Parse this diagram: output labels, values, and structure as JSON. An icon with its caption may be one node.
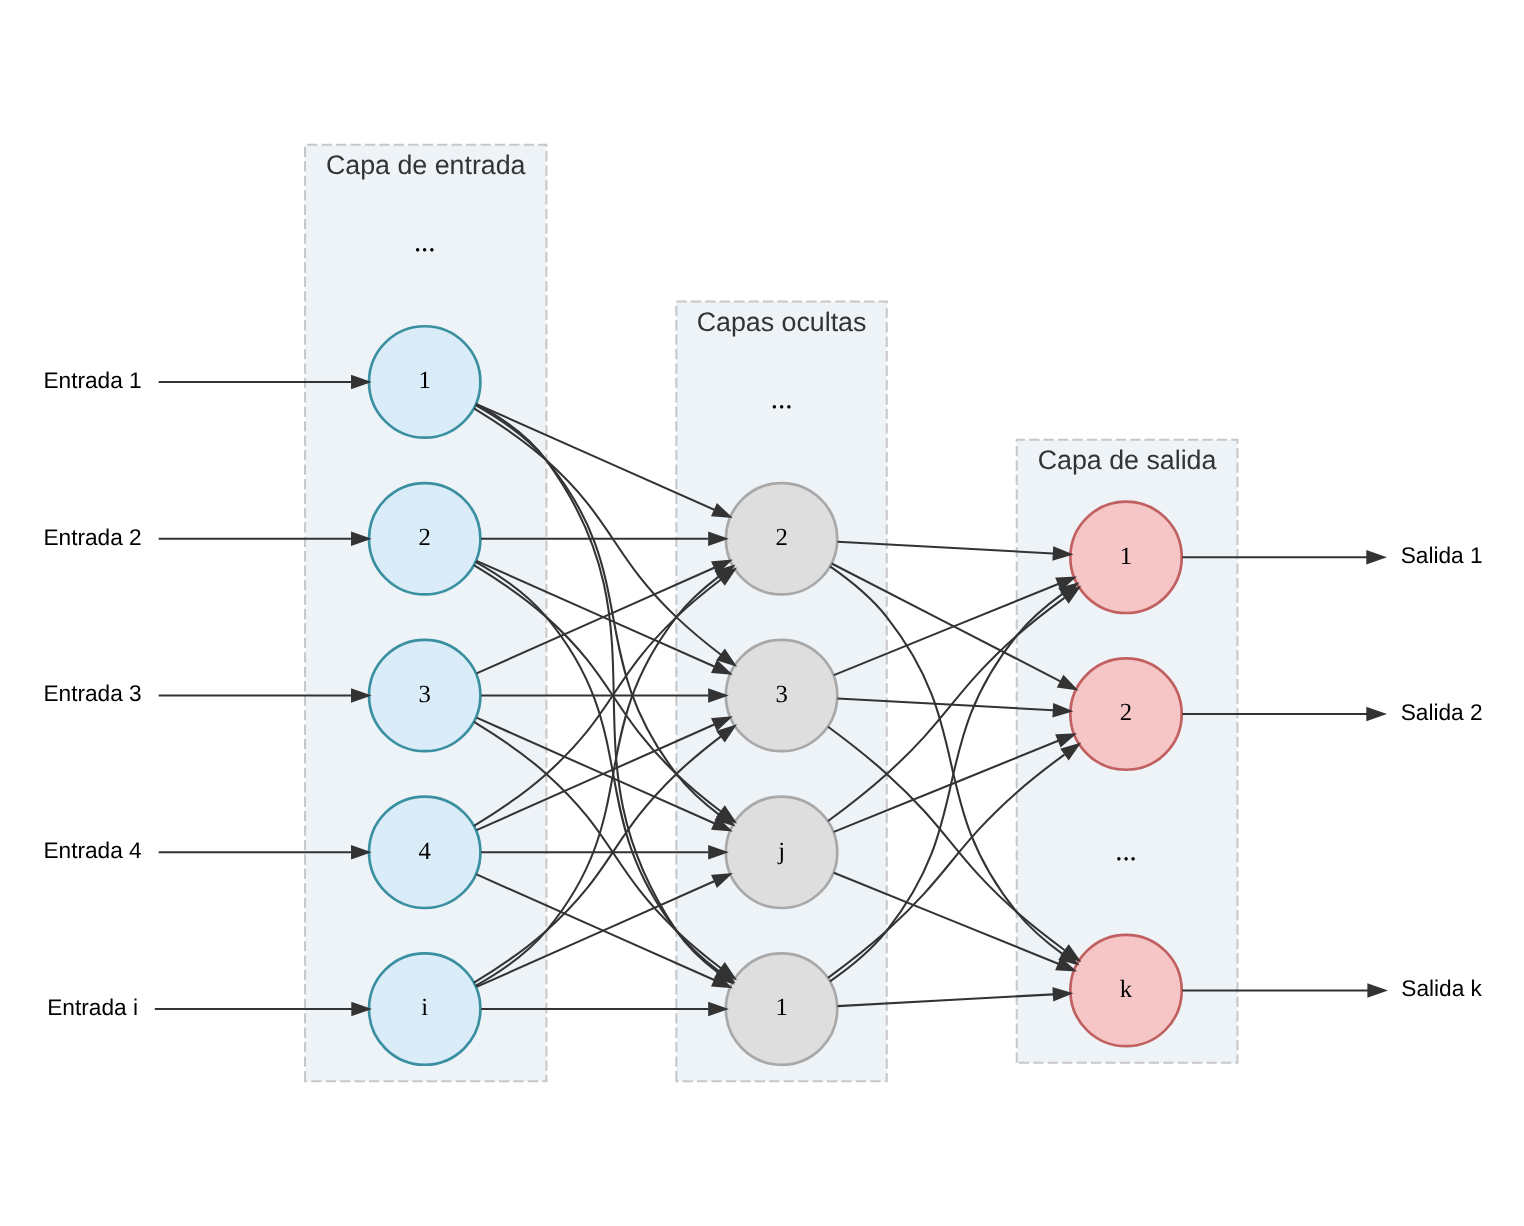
{
  "diagram": {
    "nodes": [
      {
        "text": [
          "Capa de entrada"
        ]
      },
      {
        "text": [
          "1"
        ],
        "in": 0
      },
      {
        "text": [
          "2"
        ],
        "in": 0
      },
      {
        "text": [
          "3"
        ],
        "in": 0
      },
      {
        "text": [
          "4"
        ],
        "in": 0
      },
      {
        "text": [
          "i"
        ],
        "in": 0
      },
      {
        "text": [
          "Capas ocultas"
        ]
      },
      {
        "text": [
          "1"
        ],
        "in": 6
      },
      {
        "text": [
          "2"
        ],
        "in": 6
      },
      {
        "text": [
          "3"
        ],
        "in": 6
      },
      {
        "text": [
          "j"
        ],
        "in": 6
      },
      {
        "text": [
          "Capa de salida"
        ]
      },
      {
        "text": [
          "1"
        ],
        "in": 11
      },
      {
        "text": [
          "2"
        ],
        "in": 11
      },
      {
        "text": [
          "k"
        ],
        "in": 11
      },
      {
        "text": [
          "Entrada 1"
        ]
      },
      {
        "text": [
          "Entrada 2"
        ]
      },
      {
        "text": [
          "Entrada 3"
        ]
      },
      {
        "text": [
          "Entrada 4"
        ]
      },
      {
        "text": [
          "Entrada i"
        ]
      },
      {
        "text": [
          "Salida 1"
        ]
      },
      {
        "text": [
          "Salida 2"
        ]
      },
      {
        "text": [
          "Salida k"
        ]
      }
    ],
    "edges": [
      {
        "from": 15,
        "to": 1,
        "arrow": "to"
      },
      {
        "from": 16,
        "to": 2,
        "arrow": "to"
      },
      {
        "from": 17,
        "to": 3,
        "arrow": "to"
      },
      {
        "from": 18,
        "to": 4,
        "arrow": "to"
      },
      {
        "from": 19,
        "to": 5,
        "arrow": "to"
      },
      {
        "from": 1,
        "to": 7,
        "arrow": "to"
      },
      {
        "from": 1,
        "to": 8,
        "arrow": "to"
      },
      {
        "from": 1,
        "to": 9,
        "arrow": "to"
      },
      {
        "from": 1,
        "to": 10,
        "arrow": "to"
      },
      {
        "from": 2,
        "to": 7,
        "arrow": "to"
      },
      {
        "from": 2,
        "to": 8,
        "arrow": "to"
      },
      {
        "from": 2,
        "to": 9,
        "arrow": "to"
      },
      {
        "from": 2,
        "to": 10,
        "arrow": "to"
      },
      {
        "from": 3,
        "to": 7,
        "arrow": "to"
      },
      {
        "from": 3,
        "to": 8,
        "arrow": "to"
      },
      {
        "from": 3,
        "to": 9,
        "arrow": "to"
      },
      {
        "from": 3,
        "to": 10,
        "arrow": "to"
      },
      {
        "from": 4,
        "to": 7,
        "arrow": "to"
      },
      {
        "from": 4,
        "to": 8,
        "arrow": "to"
      },
      {
        "from": 4,
        "to": 9,
        "arrow": "to"
      },
      {
        "from": 4,
        "to": 10,
        "arrow": "to"
      },
      {
        "from": 5,
        "to": 7,
        "arrow": "to"
      },
      {
        "from": 5,
        "to": 8,
        "arrow": "to"
      },
      {
        "from": 5,
        "to": 9,
        "arrow": "to"
      },
      {
        "from": 5,
        "to": 10,
        "arrow": "to"
      },
      {
        "from": 7,
        "to": 12,
        "arrow": "to"
      },
      {
        "from": 7,
        "to": 13,
        "arrow": "to"
      },
      {
        "from": 7,
        "to": 14,
        "arrow": "to"
      },
      {
        "from": 8,
        "to": 12,
        "arrow": "to"
      },
      {
        "from": 8,
        "to": 13,
        "arrow": "to"
      },
      {
        "from": 8,
        "to": 14,
        "arrow": "to"
      },
      {
        "from": 9,
        "to": 12,
        "arrow": "to"
      },
      {
        "from": 9,
        "to": 13,
        "arrow": "to"
      },
      {
        "from": 9,
        "to": 14,
        "arrow": "to"
      },
      {
        "from": 10,
        "to": 12,
        "arrow": "to"
      },
      {
        "from": 10,
        "to": 13,
        "arrow": "to"
      },
      {
        "from": 10,
        "to": 14,
        "arrow": "to"
      },
      {
        "from": 12,
        "to": 20,
        "arrow": "to"
      },
      {
        "from": 13,
        "to": 21,
        "arrow": "to"
      },
      {
        "from": 14,
        "to": 22,
        "arrow": "to"
      }
    ],
    "labels": [
      "...",
      "...",
      "..."
    ]
  }
}
